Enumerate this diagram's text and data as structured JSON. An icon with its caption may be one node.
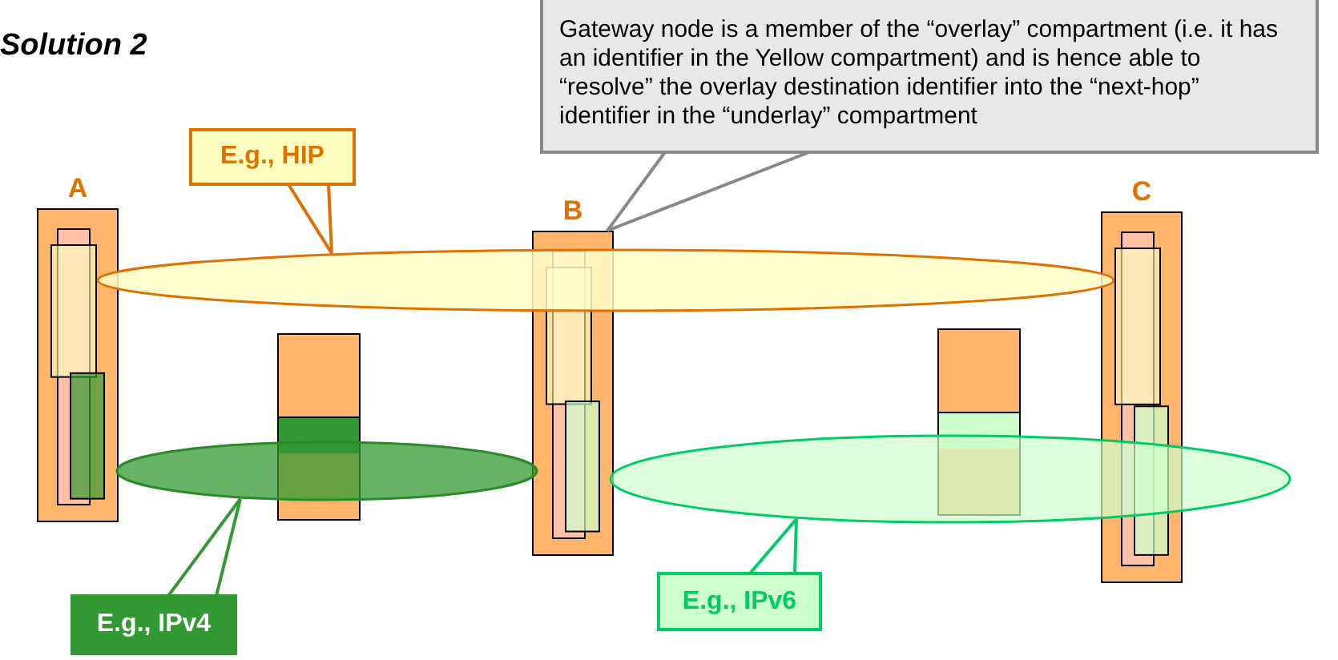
{
  "diagram": {
    "title": "Solution 2",
    "nodes": [
      {
        "text": [
          "A"
        ]
      },
      {
        "text": [
          "B"
        ]
      },
      {
        "text": [
          "C"
        ]
      },
      {
        "text": [],
        "shape": "box"
      },
      {
        "text": [],
        "shape": "box"
      },
      {
        "text": [],
        "shape": "ellipse"
      },
      {
        "text": [],
        "shape": "ellipse"
      },
      {
        "text": [],
        "shape": "ellipse"
      },
      {
        "text": [
          "E.g., HIP"
        ]
      },
      {
        "text": [
          "E.g., IPv4"
        ]
      },
      {
        "text": [
          "E.g., IPv6"
        ]
      },
      {
        "text": [
          "Gateway node is a member of the “overlay” compartment (i.e. it has an identifier in the Yellow compartment) and is hence able to “resolve” the overlay destination identifier into the “next-hop” identifier in the “underlay” compartment"
        ]
      }
    ],
    "edges": [
      {
        "from": 8,
        "to": 5,
        "arrow": "none",
        "color": "#e07000"
      },
      {
        "from": 9,
        "to": 6,
        "arrow": "none",
        "color": "#339933"
      },
      {
        "from": 10,
        "to": 7,
        "arrow": "none",
        "color": "#00cc66"
      },
      {
        "from": 11,
        "to": 1,
        "arrow": "none",
        "color": "#888888"
      }
    ]
  }
}
